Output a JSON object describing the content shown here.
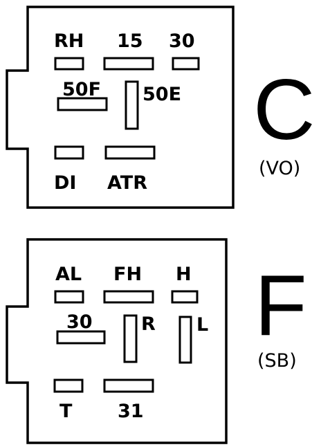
{
  "connector_c": {
    "letter": "C",
    "subtitle": "(VO)",
    "pins": {
      "rh": "RH",
      "p15": "15",
      "p30": "30",
      "p50f": "50F",
      "p50e": "50E",
      "di": "DI",
      "atr": "ATR"
    }
  },
  "connector_f": {
    "letter": "F",
    "subtitle": "(SB)",
    "pins": {
      "al": "AL",
      "fh": "FH",
      "h": "H",
      "p30": "30",
      "r": "R",
      "l": "L",
      "t": "T",
      "p31": "31"
    }
  },
  "colors": {
    "ink": "#000000",
    "paper": "#ffffff"
  }
}
